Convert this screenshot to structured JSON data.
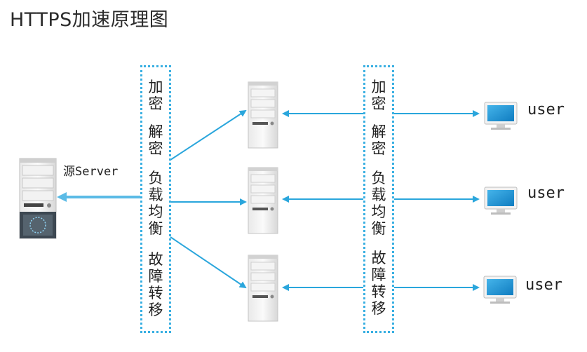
{
  "title": "HTTPS加速原理图",
  "source_server": {
    "label": "源Server"
  },
  "left_box": {
    "groups": [
      {
        "name": "encrypt",
        "text": "加密"
      },
      {
        "name": "decrypt",
        "text": "解密"
      },
      {
        "name": "load-balance",
        "text": "负载均衡"
      },
      {
        "name": "failover",
        "text": "故障转移"
      }
    ]
  },
  "right_box": {
    "groups": [
      {
        "name": "encrypt",
        "text": "加密"
      },
      {
        "name": "decrypt",
        "text": "解密"
      },
      {
        "name": "load-balance",
        "text": "负载均衡"
      },
      {
        "name": "failover",
        "text": "故障转移"
      }
    ]
  },
  "users": [
    {
      "label": "user"
    },
    {
      "label": "user"
    },
    {
      "label": "user"
    }
  ],
  "colors": {
    "arrow": "#2aa6dc",
    "dotted_border": "#3ab0e2",
    "monitor_screen": "#1a8fd0"
  }
}
